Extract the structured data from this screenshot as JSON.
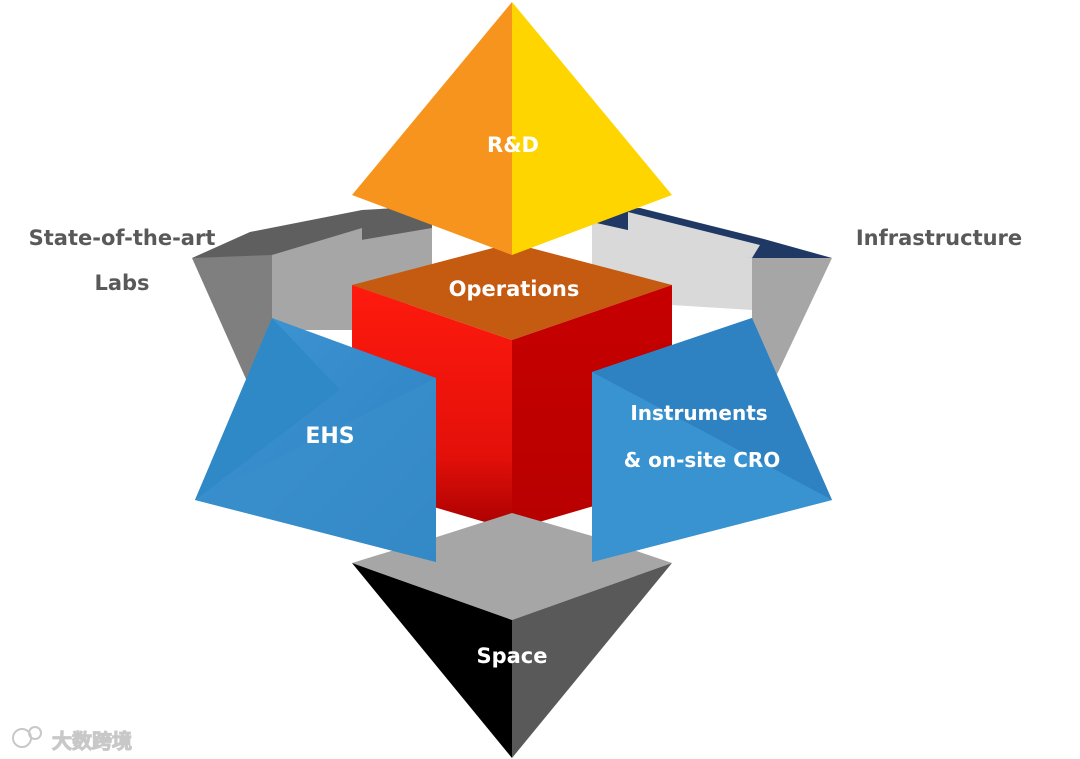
{
  "labels": {
    "rd": "R&D",
    "operations": "Operations",
    "ehs": "EHS",
    "instruments_line1": "Instruments",
    "instruments_line2": "& on-site CRO",
    "space": "Space",
    "state_line1": "State-of-the-art",
    "state_line2": "Labs",
    "infrastructure": "Infrastructure"
  },
  "watermark": "大数跨境",
  "colors": {
    "rd_left": "#F7941D",
    "rd_right": "#FFD500",
    "cube_top": "#C55A11",
    "cube_left": "#E8140C",
    "cube_right": "#C00000",
    "ehs_blue": "#2E86C1",
    "space_left": "#000000",
    "space_right": "#595959",
    "grey_dark": "#7F7F7F",
    "grey_mid": "#A6A6A6",
    "grey_light": "#D9D9D9",
    "navy": "#1F3864"
  }
}
